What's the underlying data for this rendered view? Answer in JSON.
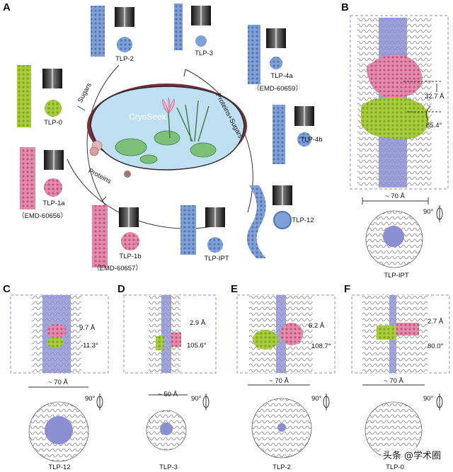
{
  "panels": {
    "A": "A",
    "B": "B",
    "C": "C",
    "D": "D",
    "E": "E",
    "F": "F"
  },
  "panelA": {
    "pond_title": "CryoSeek",
    "categories": {
      "sugars": "Sugars",
      "proteins_sugars": "Proteins+Sugars",
      "proteins": "Proteins"
    },
    "labels": {
      "tlp0": "TLP-0",
      "tlp1a": "TLP-1a",
      "tlp1a_emd": "（EMD-60656）",
      "tlp1b": "TLP-1b",
      "tlp1b_emd": "（EMD-60657）",
      "tlp2": "TLP-2",
      "tlp3": "TLP-3",
      "tlp4a": "TLP-4a",
      "tlp4a_emd": "（EMD-60659）",
      "tlp4b": "TLP-4b",
      "tlp12": "TLP-12",
      "tlpipt": "TLP-IPT"
    }
  },
  "panelB": {
    "rise": "32.7 Å",
    "twist": "85.4°",
    "width": "~ 70 Å",
    "rotation": "90°",
    "name": "TLP-IPT"
  },
  "panelC": {
    "rise": "9.7 Å",
    "twist": "-11.3°",
    "width": "~ 70 Å",
    "rotation": "90°",
    "name": "TLP-12"
  },
  "panelD": {
    "rise": "2.9 Å",
    "twist": "105.6°",
    "width": "~ 50 Å",
    "rotation": "90°",
    "name": "TLP-3"
  },
  "panelE": {
    "rise": "6.2 Å",
    "twist": "108.7°",
    "width": "~ 70 Å",
    "rotation": "90°",
    "name": "TLP-2"
  },
  "panelF": {
    "rise": "2.7 Å",
    "twist": "80.0°",
    "width": "~ 70 Å",
    "rotation": "90°",
    "name": "TLP-0"
  },
  "watermark": "头条 @学术圈",
  "colors": {
    "green": "#a6cc3c",
    "pink": "#e07fa2",
    "blue": "#6f93cf",
    "violet": "#8b8fd1",
    "pond": "#bfe0f2",
    "dash": "#8a84d4"
  }
}
